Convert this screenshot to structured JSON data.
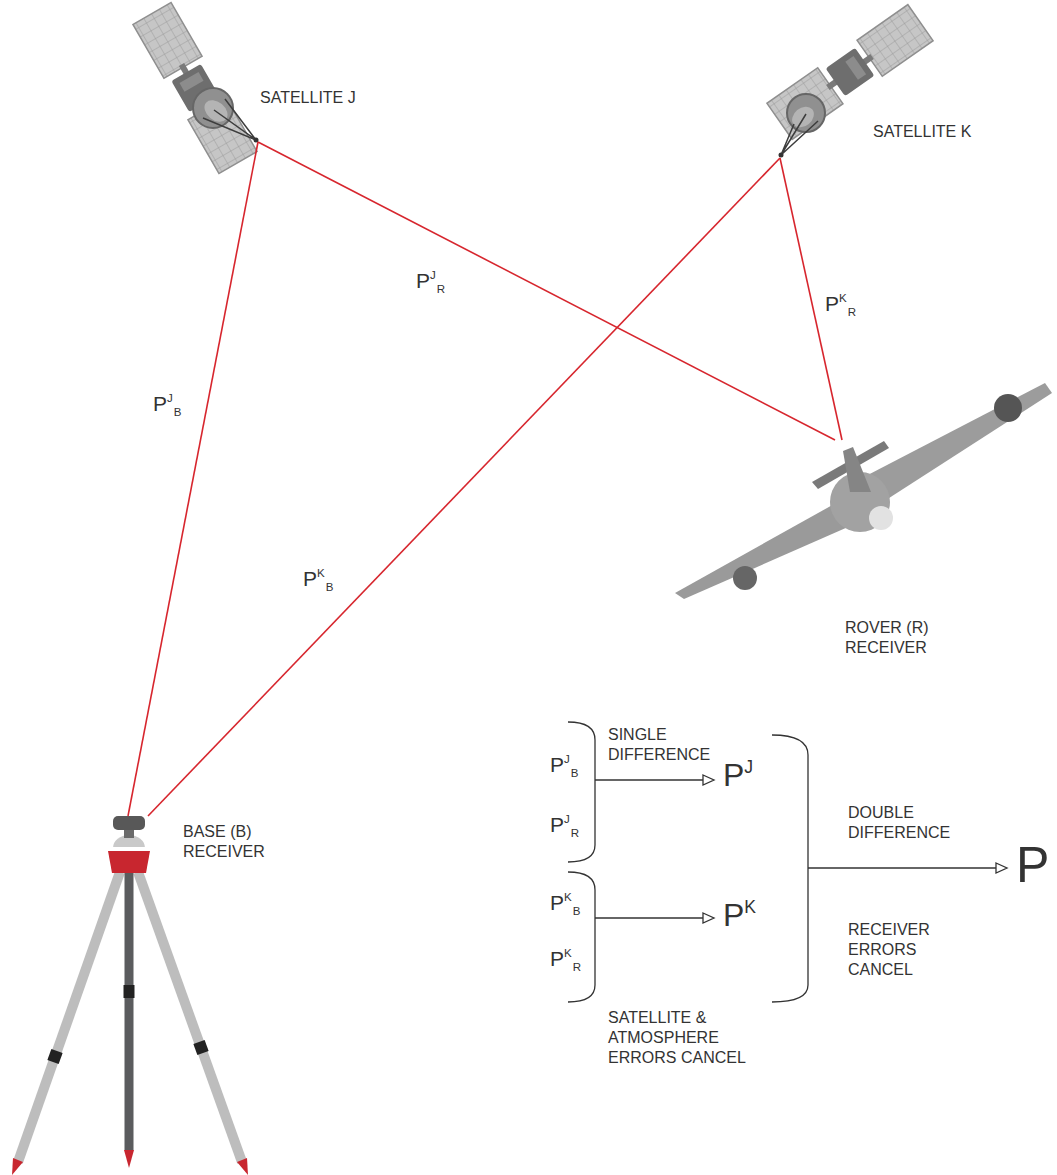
{
  "diagram": {
    "nodes": [
      {
        "text": [
          "SATELLITE J"
        ]
      },
      {
        "text": [
          "SATELLITE K"
        ]
      },
      {
        "text": [
          "ROVER (R) RECEIVER"
        ]
      },
      {
        "text": [
          "BASE (B) RECEIVER"
        ]
      }
    ],
    "edges": [
      {
        "from": 0,
        "to": 3,
        "arrow": "none",
        "label": "PJB"
      },
      {
        "from": 0,
        "to": 2,
        "arrow": "none",
        "label": "PJR"
      },
      {
        "from": 1,
        "to": 2,
        "arrow": "none",
        "label": "PKR"
      },
      {
        "from": 1,
        "to": 3,
        "arrow": "none",
        "label": "PKB"
      }
    ],
    "labels": [
      "SINGLE DIFFERENCE",
      "PJB",
      "PJR",
      "PJ",
      "DOUBLE DIFFERENCE",
      "P",
      "RECEIVER ERRORS CANCEL",
      "PKB",
      "PKR",
      "PK",
      "SATELLITE & ATMOSPHERE ERRORS CANCEL"
    ]
  }
}
